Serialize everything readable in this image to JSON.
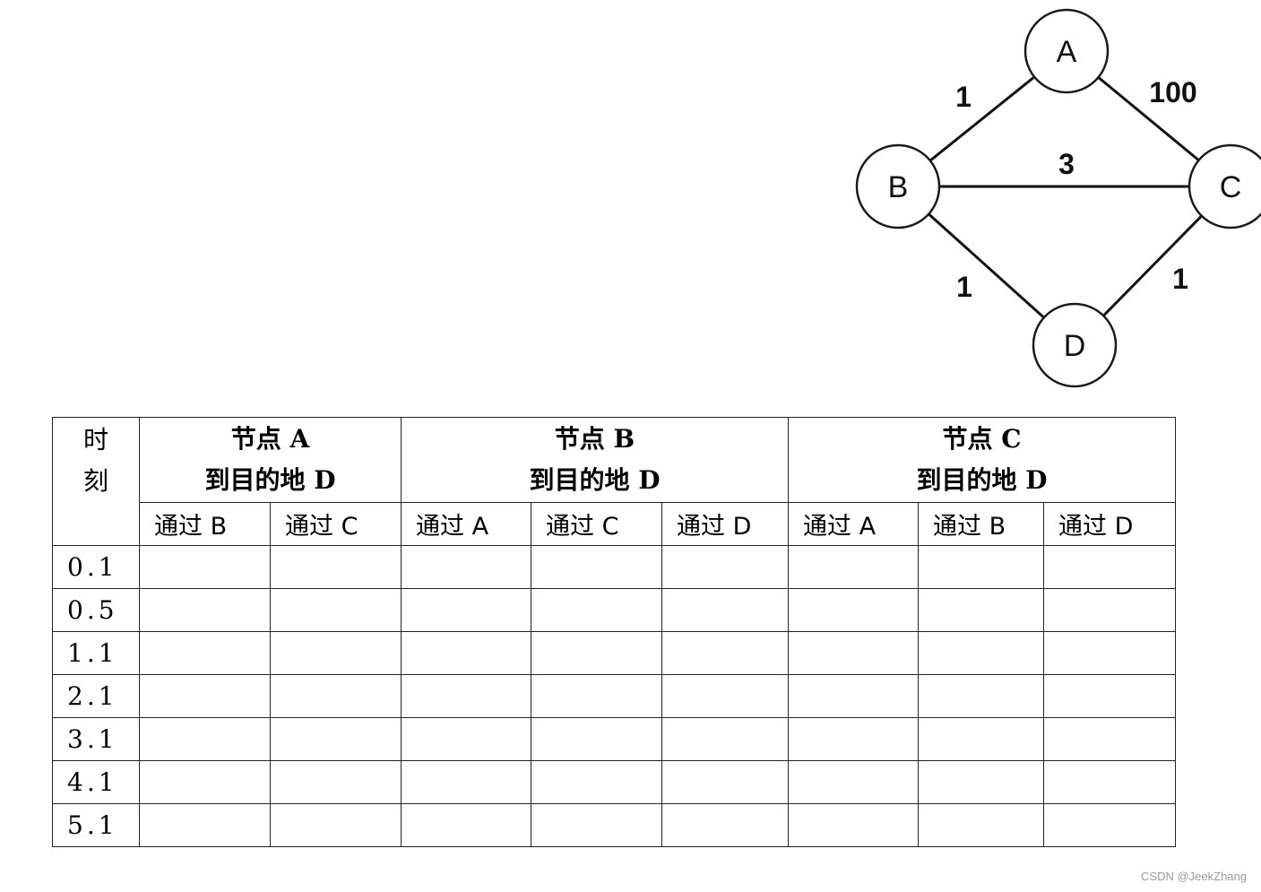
{
  "graph": {
    "nodes": [
      {
        "id": "A",
        "label": "A"
      },
      {
        "id": "B",
        "label": "B"
      },
      {
        "id": "C",
        "label": "C"
      },
      {
        "id": "D",
        "label": "D"
      }
    ],
    "edges": [
      {
        "from": "A",
        "to": "B",
        "weight": "1"
      },
      {
        "from": "A",
        "to": "C",
        "weight": "100"
      },
      {
        "from": "B",
        "to": "C",
        "weight": "3"
      },
      {
        "from": "B",
        "to": "D",
        "weight": "1"
      },
      {
        "from": "C",
        "to": "D",
        "weight": "1"
      }
    ]
  },
  "table": {
    "time_header": "时刻",
    "groups": [
      {
        "title": "节点 A",
        "subtitle": "到目的地 D",
        "columns": [
          "通过 B",
          "通过 C"
        ]
      },
      {
        "title": "节点 B",
        "subtitle": "到目的地 D",
        "columns": [
          "通过 A",
          "通过 C",
          "通过 D"
        ]
      },
      {
        "title": "节点 C",
        "subtitle": "到目的地 D",
        "columns": [
          "通过 A",
          "通过 B",
          "通过 D"
        ]
      }
    ],
    "rows": [
      "0.1",
      "0.5",
      "1.1",
      "2.1",
      "3.1",
      "4.1",
      "5.1"
    ]
  },
  "watermark": "CSDN @JeekZhang"
}
